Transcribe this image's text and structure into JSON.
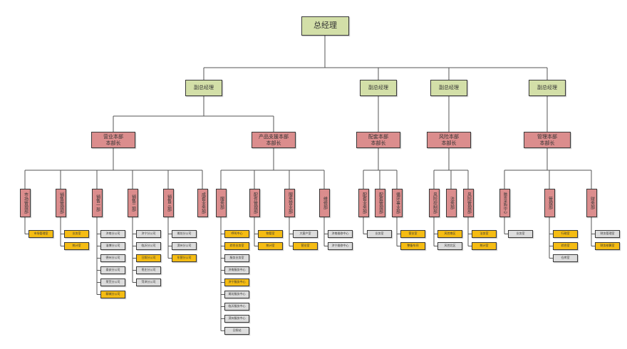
{
  "colors": {
    "executive": "#d3dfa8",
    "division": "#db8d8d",
    "highlight_unit": "#f5bc13",
    "normal_unit": "#dcdcdc",
    "line": "#555555"
  },
  "ceo": "总经理",
  "vps": [
    "副总经理",
    "副总经理",
    "副总经理",
    "副总经理"
  ],
  "divisions": [
    {
      "name": "营业本部\n本部长",
      "departments": [
        {
          "name": "市场管理部",
          "units": [
            {
              "name": "市场管理室",
              "highlight": true
            }
          ]
        },
        {
          "name": "销售管理部",
          "units": [
            {
              "name": "业务室",
              "highlight": true
            },
            {
              "name": "统计室",
              "highlight": true
            }
          ]
        },
        {
          "name": "销售一部",
          "units": [
            {
              "name": "济南分公司",
              "highlight": false
            },
            {
              "name": "淄博分公司",
              "highlight": false
            },
            {
              "name": "德州分公司",
              "highlight": false
            },
            {
              "name": "泰安分公司",
              "highlight": false
            },
            {
              "name": "莱芜分公司",
              "highlight": false
            },
            {
              "name": "聊城分公司",
              "highlight": true
            }
          ]
        },
        {
          "name": "销售二部",
          "units": [
            {
              "name": "济宁分公司",
              "highlight": false
            },
            {
              "name": "临沂分公司",
              "highlight": false
            },
            {
              "name": "日照分公司",
              "highlight": true
            },
            {
              "name": "枣庄分公司",
              "highlight": false
            },
            {
              "name": "菏泽分公司",
              "highlight": false
            }
          ]
        },
        {
          "name": "销售三部",
          "units": [
            {
              "name": "潍坊分公司",
              "highlight": false
            },
            {
              "name": "滨州分公司",
              "highlight": false
            },
            {
              "name": "东营分公司",
              "highlight": true
            }
          ]
        },
        {
          "name": "成套业务部",
          "units": []
        }
      ]
    },
    {
      "name": "产品支援本部\n本部长",
      "departments": [
        {
          "name": "服务部",
          "units": [
            {
              "name": "呼叫中心",
              "highlight": true
            },
            {
              "name": "综合业务室",
              "highlight": true
            },
            {
              "name": "服务业务室",
              "highlight": false
            },
            {
              "name": "济南服务中心",
              "highlight": false
            },
            {
              "name": "济宁服务中心",
              "highlight": true
            },
            {
              "name": "潍坊服务中心",
              "highlight": false
            },
            {
              "name": "临沂服务中心",
              "highlight": false
            },
            {
              "name": "滨州服务中心",
              "highlight": false
            },
            {
              "name": "日照站",
              "highlight": false
            }
          ]
        },
        {
          "name": "配件管理部",
          "units": [
            {
              "name": "物管室",
              "highlight": true
            },
            {
              "name": "统计室",
              "highlight": true
            }
          ]
        },
        {
          "name": "服务营业部",
          "units": [
            {
              "name": "大客户室",
              "highlight": false
            },
            {
              "name": "营业室",
              "highlight": true
            }
          ]
        },
        {
          "name": "维修部",
          "units": [
            {
              "name": "济南维修中心",
              "highlight": false
            },
            {
              "name": "济宁维修中心",
              "highlight": false
            }
          ]
        }
      ]
    },
    {
      "name": "配套本部\n本部长",
      "departments": [
        {
          "name": "配套业务部",
          "units": [
            {
              "name": "业务室",
              "highlight": false
            }
          ]
        },
        {
          "name": "配套管理部",
          "units": []
        },
        {
          "name": "循环事业部",
          "units": [
            {
              "name": "营业室",
              "highlight": true
            },
            {
              "name": "整备车间",
              "highlight": true
            }
          ]
        }
      ]
    },
    {
      "name": "风险本部\n本部长",
      "departments": [
        {
          "name": "风险控制部",
          "units": [
            {
              "name": "风控南区",
              "highlight": true
            },
            {
              "name": "风控北区",
              "highlight": false
            }
          ]
        },
        {
          "name": "法务部",
          "units": []
        },
        {
          "name": "风险管理部",
          "units": [
            {
              "name": "法务室",
              "highlight": true
            },
            {
              "name": "统计室",
              "highlight": true
            }
          ]
        }
      ]
    },
    {
      "name": "管理本部\n本部长",
      "departments": [
        {
          "name": "融资采购中心",
          "units": [
            {
              "name": "业务室",
              "highlight": false
            }
          ]
        },
        {
          "name": "管理部",
          "units": [
            {
              "name": "行政室",
              "highlight": true
            },
            {
              "name": "综合室",
              "highlight": true
            },
            {
              "name": "仓库室",
              "highlight": false
            }
          ]
        },
        {
          "name": "财务部",
          "units": [
            {
              "name": "财务管理室",
              "highlight": false
            },
            {
              "name": "财务核算室",
              "highlight": true
            }
          ]
        }
      ]
    }
  ]
}
